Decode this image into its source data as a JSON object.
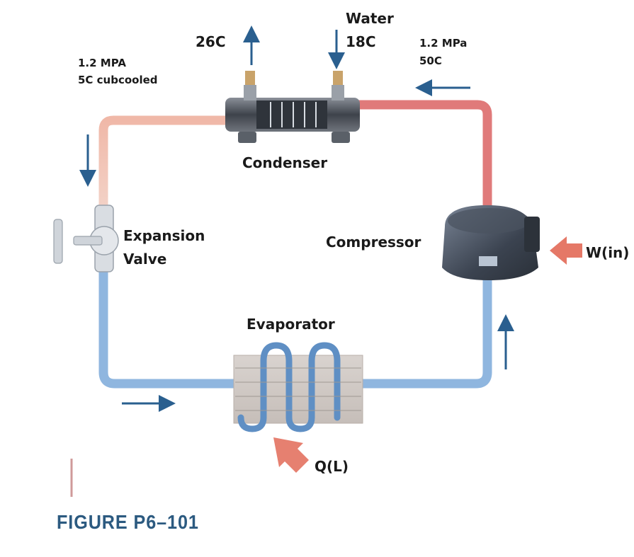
{
  "diagram": {
    "labels": {
      "t_out": "26C",
      "water_line1": "Water",
      "water_line2": "18C",
      "high_p_left_line1": "1.2 MPA",
      "high_p_left_line2": "5C cubcooled",
      "high_p_right_line1": "1.2 MPa",
      "high_p_right_line2": "50C",
      "condenser": "Condenser",
      "expansion_line1": "Expansion",
      "expansion_line2": "Valve",
      "compressor": "Compressor",
      "work_in": "W(in)",
      "evaporator": "Evaporator",
      "heat_in": "Q(L)"
    },
    "figure_caption": "FIGURE P6–101",
    "colors": {
      "hot_pipe": "#e07a7a",
      "warm_pipe": "#f0b4a6",
      "cold_pipe": "#8fb6df",
      "flow_arrow": "#2a5f8f",
      "energy_arrow": "#e0604c",
      "caption": "#2c5a80"
    }
  }
}
